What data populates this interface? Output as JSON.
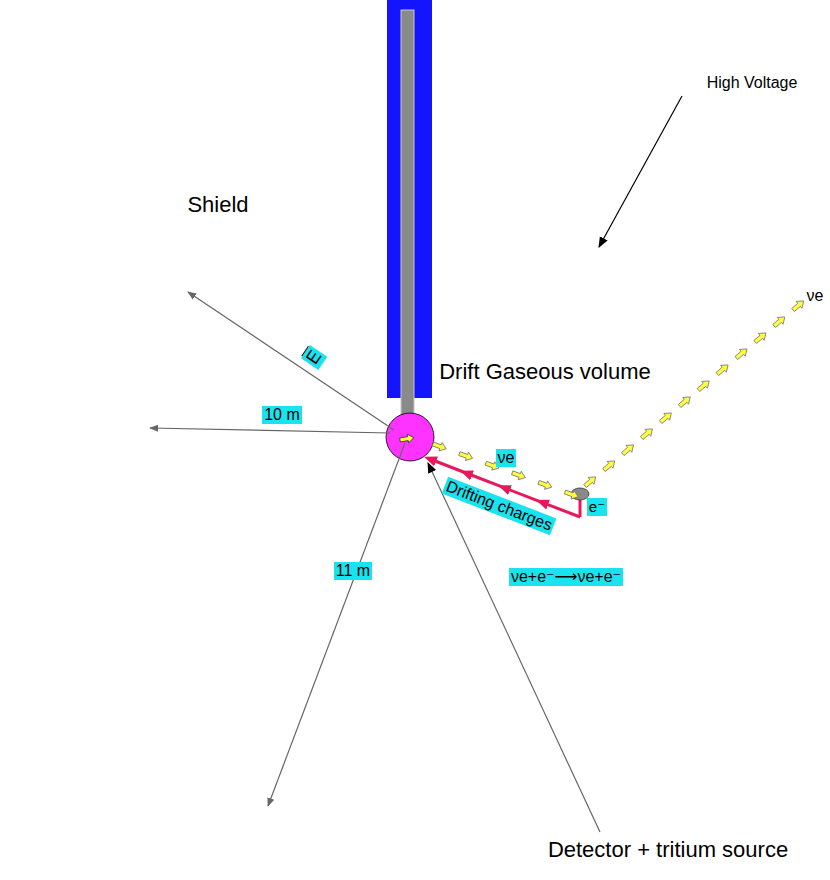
{
  "diagram": {
    "nodes": [
      {
        "text": [
          "Shield"
        ]
      },
      {
        "text": [
          "Drift Gaseous volume"
        ],
        "in": 0
      }
    ],
    "labels": [
      "High Voltage",
      "νe",
      "E",
      "10 m",
      "11 m",
      "νe",
      "e⁻",
      "Drifting charges",
      "νe+e⁻⟶νe+e⁻",
      "Detector + tritium source"
    ]
  }
}
